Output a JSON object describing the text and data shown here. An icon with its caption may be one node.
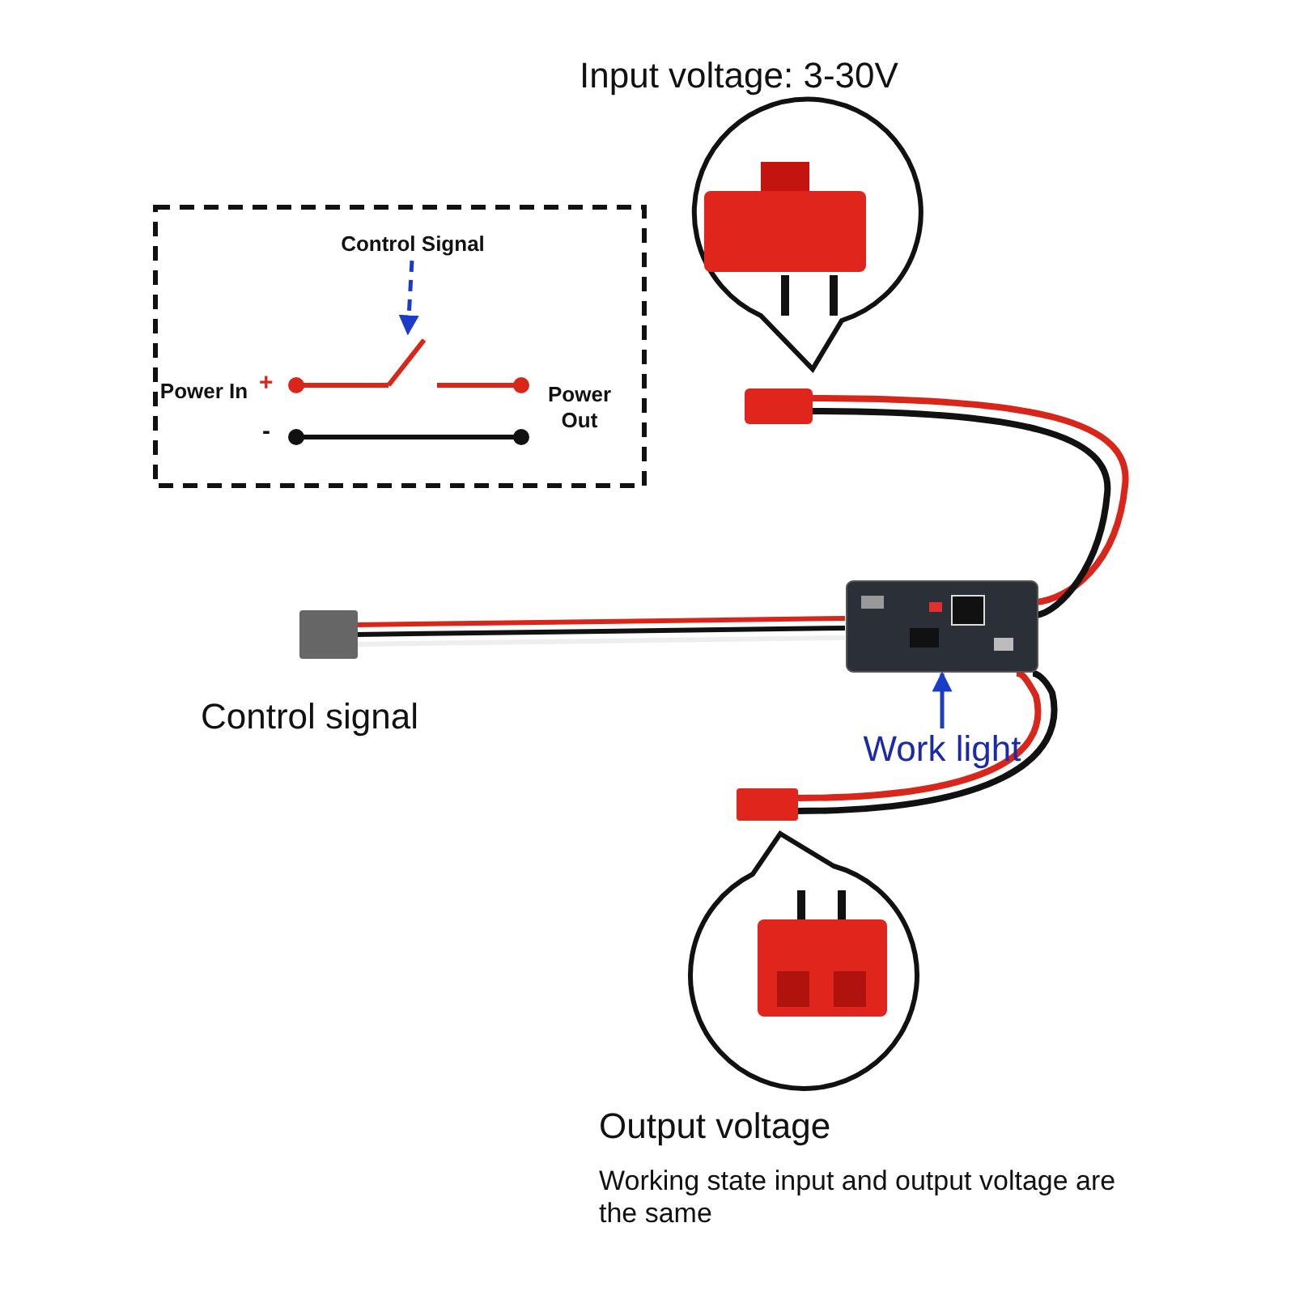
{
  "diagram": {
    "nodes": [
      {
        "text": [
          "Control Signal"
        ]
      },
      {
        "text": [],
        "shape": "picture"
      },
      {
        "text": [
          "Work light"
        ]
      },
      {
        "text": [],
        "shape": "picture"
      }
    ],
    "edges": [
      {
        "from": 0,
        "to": 1,
        "arrow": "to",
        "style": "dashed"
      },
      {
        "from": 2,
        "to": 3,
        "arrow": "to"
      }
    ],
    "labels": [
      "Input voltage: 3-30V",
      "Power In",
      "+",
      "-",
      "Power Out",
      "Control signal",
      "Output voltage",
      "Working state input and output voltage are the same"
    ]
  }
}
